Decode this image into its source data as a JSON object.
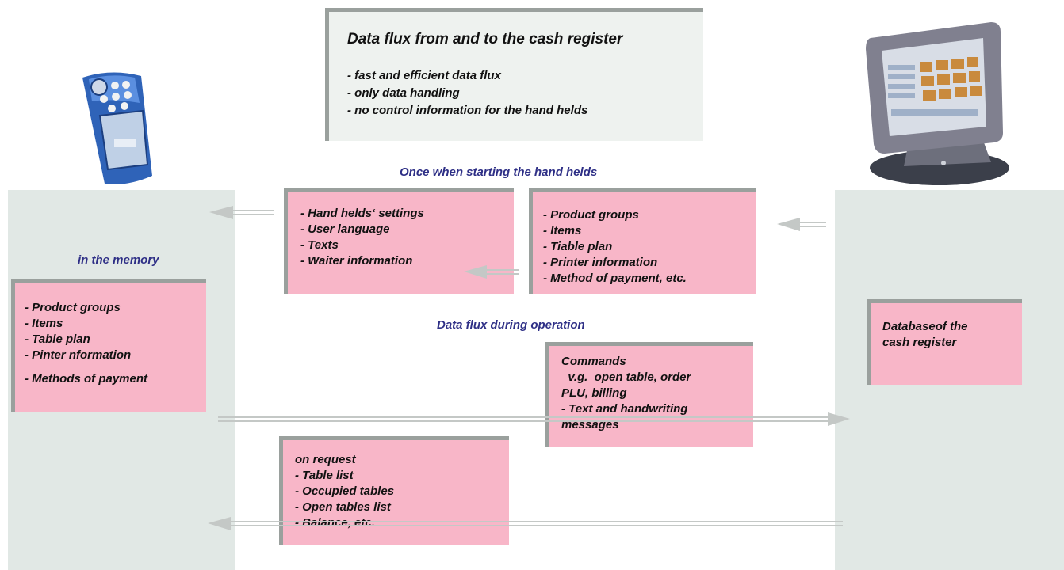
{
  "header": {
    "title": "Data flux from and to the cash register",
    "bullets": [
      "- fast and efficient data flux",
      "- only data handling",
      "- no control information for the hand helds"
    ]
  },
  "labels": {
    "startup": "Once when starting the hand helds",
    "memory": "in the memory",
    "operation": "Data flux during operation"
  },
  "boxes": {
    "settings": [
      "- Hand helds‘ settings",
      "- User language",
      "- Texts",
      "- Waiter information"
    ],
    "register_data": [
      "- Product groups",
      "- Items",
      "- Tiable plan",
      "- Printer information",
      "- Method of payment, etc."
    ],
    "memory": [
      "- Product groups",
      "- Items",
      "- Table plan",
      "- Pinter nformation",
      "",
      "- Methods of payment"
    ],
    "database": [
      "Databaseof the",
      "cash register"
    ],
    "commands": [
      "Commands",
      "  v.g.  open table, order",
      "PLU, billing",
      "- Text and handwriting",
      "messages"
    ],
    "request": [
      "on request",
      "- Table list",
      "- Occupied tables",
      "- Open tables list",
      "- Balance, etc."
    ]
  },
  "colors": {
    "panel": "#e1e8e5",
    "box": "#f8b6c8",
    "heading": "#2e2f86",
    "arrow": "#c4c8c6"
  }
}
